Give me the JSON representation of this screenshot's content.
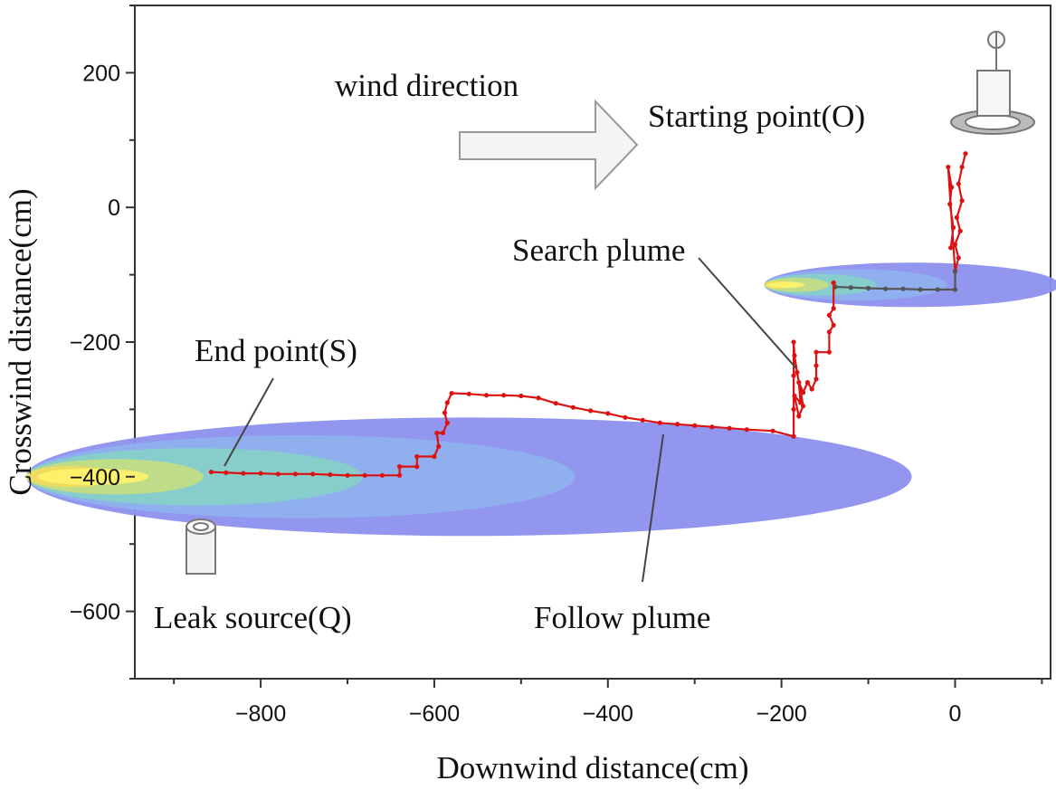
{
  "chart_data": {
    "type": "line",
    "xlabel": "Downwind distance(cm)",
    "ylabel": "Crosswind distance(cm)",
    "xlim": [
      -945,
      110
    ],
    "ylim": [
      -700,
      300
    ],
    "x_ticks": [
      -800,
      -600,
      -400,
      -200,
      0
    ],
    "y_ticks": [
      200,
      0,
      -200,
      -400,
      -600
    ],
    "x_tick_labels": [
      "−800",
      "−600",
      "−400",
      "−200",
      "0"
    ],
    "y_tick_labels": [
      "200",
      "0",
      "−200",
      "−400",
      "−600"
    ],
    "grid": false,
    "annotations": {
      "wind_direction": "wind direction",
      "starting_point": "Starting point(O)",
      "search_plume": "Search plume",
      "end_point": "End point(S)",
      "leak_source": "Leak source(Q)",
      "follow_plume": "Follow plume"
    },
    "plumes": [
      {
        "center": [
          -560,
          -400
        ],
        "rx": 510,
        "ry": 88,
        "levels": [
          1.0,
          0.62,
          0.38,
          0.2,
          0.1
        ]
      },
      {
        "center": [
          -50,
          -115
        ],
        "rx": 170,
        "ry": 33,
        "levels": [
          1.0,
          0.62,
          0.38,
          0.22,
          0.1
        ]
      }
    ],
    "series": [
      {
        "phase": "search",
        "color": "#dd1111",
        "points": [
          [
            12,
            80
          ],
          [
            8,
            60
          ],
          [
            4,
            35
          ],
          [
            8,
            10
          ],
          [
            2,
            -15
          ],
          [
            6,
            -35
          ],
          [
            0,
            -55
          ],
          [
            4,
            -75
          ],
          [
            0,
            -95
          ],
          [
            -8,
            60
          ],
          [
            -4,
            30
          ],
          [
            -6,
            5
          ],
          [
            -2,
            -30
          ],
          [
            -5,
            -60
          ]
        ]
      },
      {
        "phase": "follow-small-plume",
        "color": "#555555",
        "points": [
          [
            0,
            -95
          ],
          [
            0,
            -122
          ],
          [
            -20,
            -122
          ],
          [
            -40,
            -122
          ],
          [
            -60,
            -121
          ],
          [
            -80,
            -121
          ],
          [
            -100,
            -120
          ],
          [
            -120,
            -119
          ],
          [
            -138,
            -118
          ],
          [
            -140,
            -112
          ]
        ]
      },
      {
        "phase": "search",
        "color": "#dd1111",
        "points": [
          [
            -140,
            -112
          ],
          [
            -140,
            -150
          ],
          [
            -145,
            -160
          ],
          [
            -140,
            -175
          ],
          [
            -145,
            -185
          ],
          [
            -145,
            -215
          ],
          [
            -160,
            -215
          ],
          [
            -160,
            -235
          ],
          [
            -160,
            -255
          ],
          [
            -165,
            -270
          ],
          [
            -170,
            -260
          ],
          [
            -175,
            -275
          ],
          [
            -180,
            -260
          ],
          [
            -178,
            -290
          ],
          [
            -185,
            -280
          ],
          [
            -180,
            -310
          ],
          [
            -175,
            -295
          ],
          [
            -182,
            -245
          ],
          [
            -185,
            -220
          ],
          [
            -186,
            -200
          ],
          [
            -186,
            -250
          ],
          [
            -186,
            -300
          ],
          [
            -186,
            -340
          ]
        ]
      },
      {
        "phase": "follow-large-plume",
        "color": "#dd1111",
        "points": [
          [
            -186,
            -340
          ],
          [
            -210,
            -332
          ],
          [
            -240,
            -330
          ],
          [
            -260,
            -328
          ],
          [
            -280,
            -326
          ],
          [
            -300,
            -324
          ],
          [
            -320,
            -322
          ],
          [
            -340,
            -320
          ],
          [
            -360,
            -316
          ],
          [
            -380,
            -312
          ],
          [
            -400,
            -306
          ],
          [
            -420,
            -302
          ],
          [
            -440,
            -297
          ],
          [
            -460,
            -291
          ],
          [
            -480,
            -283
          ],
          [
            -500,
            -280
          ],
          [
            -520,
            -279
          ],
          [
            -540,
            -279
          ],
          [
            -560,
            -277
          ],
          [
            -580,
            -276
          ],
          [
            -585,
            -290
          ],
          [
            -588,
            -305
          ],
          [
            -585,
            -320
          ],
          [
            -590,
            -335
          ],
          [
            -597,
            -335
          ],
          [
            -595,
            -355
          ],
          [
            -600,
            -370
          ],
          [
            -620,
            -370
          ],
          [
            -620,
            -385
          ],
          [
            -640,
            -385
          ],
          [
            -640,
            -398
          ],
          [
            -660,
            -398
          ],
          [
            -680,
            -398
          ],
          [
            -700,
            -398
          ],
          [
            -720,
            -397
          ],
          [
            -740,
            -396
          ],
          [
            -760,
            -396
          ],
          [
            -780,
            -396
          ],
          [
            -800,
            -395
          ],
          [
            -820,
            -395
          ],
          [
            -840,
            -394
          ],
          [
            -857,
            -393
          ]
        ]
      }
    ]
  }
}
